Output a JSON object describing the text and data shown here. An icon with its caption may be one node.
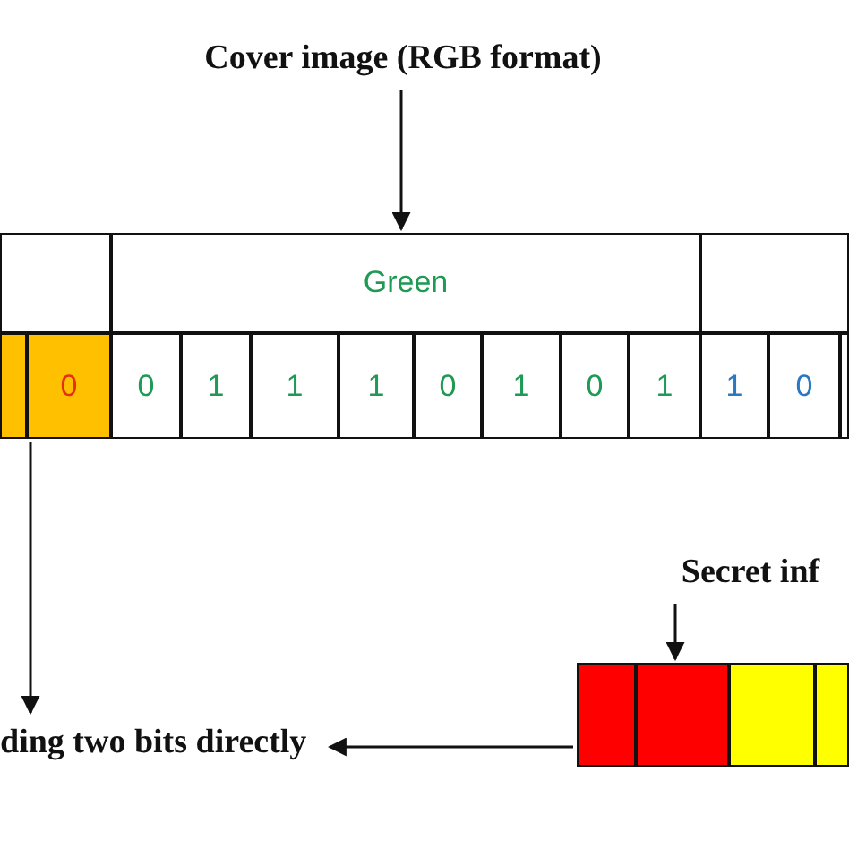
{
  "diagram": {
    "nodes": [
      {
        "text": [
          "Cover image (RGB format)"
        ]
      },
      {
        "text": [],
        "shape": "box"
      },
      {
        "text": [
          "Green"
        ]
      },
      {
        "text": [],
        "shape": "box"
      },
      {
        "text": [],
        "shape": "box"
      },
      {
        "text": [
          "0"
        ]
      },
      {
        "text": [
          "0"
        ]
      },
      {
        "text": [
          "1"
        ]
      },
      {
        "text": [
          "1"
        ]
      },
      {
        "text": [
          "1"
        ]
      },
      {
        "text": [
          "0"
        ]
      },
      {
        "text": [
          "1"
        ]
      },
      {
        "text": [
          "0"
        ]
      },
      {
        "text": [
          "1"
        ]
      },
      {
        "text": [
          "1"
        ]
      },
      {
        "text": [
          "0"
        ]
      },
      {
        "text": [],
        "shape": "box"
      },
      {
        "text": [
          "ding two bits directly"
        ]
      },
      {
        "text": [
          "Secret inf"
        ]
      },
      {
        "text": [],
        "shape": "box"
      },
      {
        "text": [],
        "shape": "box"
      },
      {
        "text": [],
        "shape": "box"
      },
      {
        "text": [],
        "shape": "box"
      }
    ],
    "edges": [
      {
        "from": 0,
        "to": 2,
        "arrow": "to"
      },
      {
        "from": 4,
        "to": 17,
        "arrow": "to"
      },
      {
        "from": 19,
        "to": 17,
        "arrow": "to"
      },
      {
        "from": 18,
        "to": 20,
        "arrow": "to"
      }
    ]
  }
}
